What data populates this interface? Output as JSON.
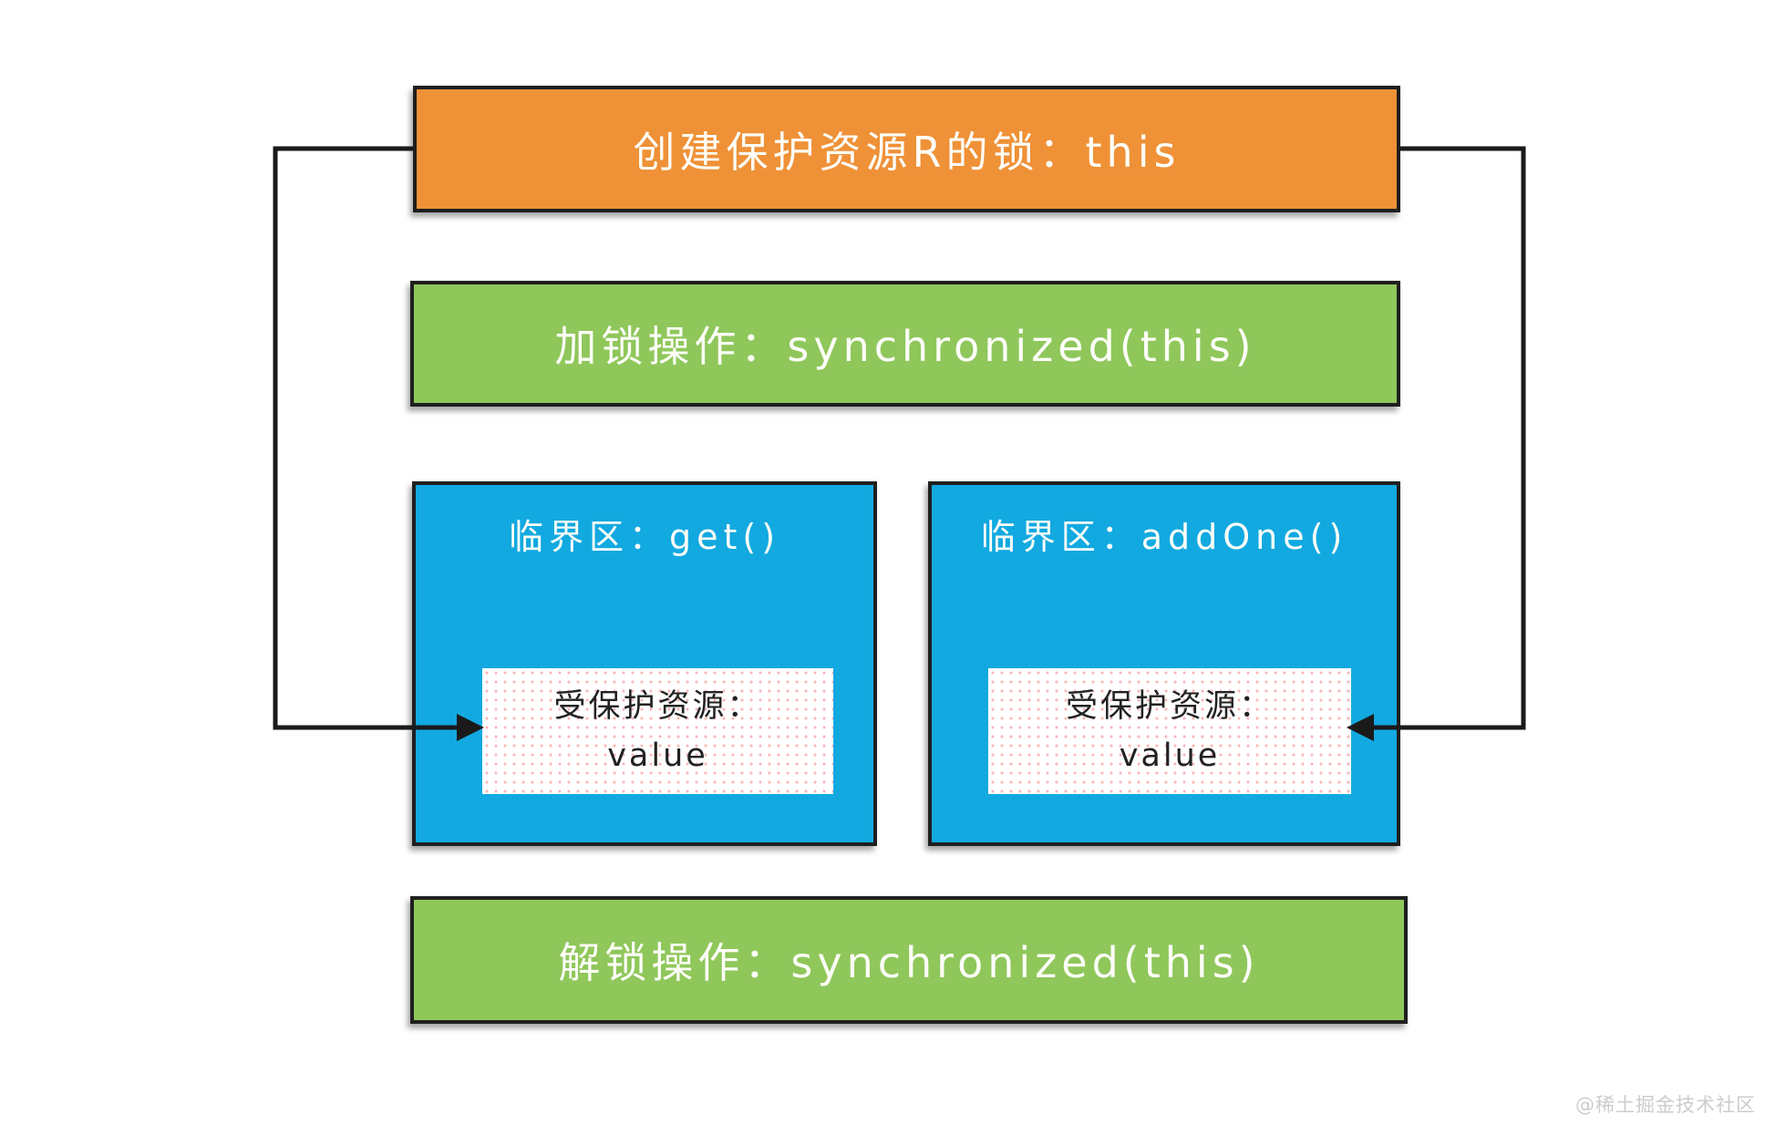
{
  "colors": {
    "create_lock_box": "#ef9137",
    "lock_unlock_box": "#8fc75b",
    "critical_section_box": "#12a9e1",
    "arrow_line": "#1a1a1a",
    "resource_box_bg": "#ffffff",
    "resource_dot_pattern": "#f27878",
    "box_text": "#fdfdf8",
    "resource_text": "#222222",
    "watermark_text": "#cccccc"
  },
  "diagram": {
    "create_lock": {
      "label": "创建保护资源R的锁：this"
    },
    "lock_operation": {
      "label": "加锁操作：synchronized(this)"
    },
    "critical_section_get": {
      "title": "临界区：get()",
      "resource": {
        "line1": "受保护资源：",
        "line2": "value"
      }
    },
    "critical_section_addone": {
      "title": "临界区：addOne()",
      "resource": {
        "line1": "受保护资源：",
        "line2": "value"
      }
    },
    "unlock_operation": {
      "label": "解锁操作：synchronized(this)"
    }
  },
  "watermark": "@稀土掘金技术社区"
}
